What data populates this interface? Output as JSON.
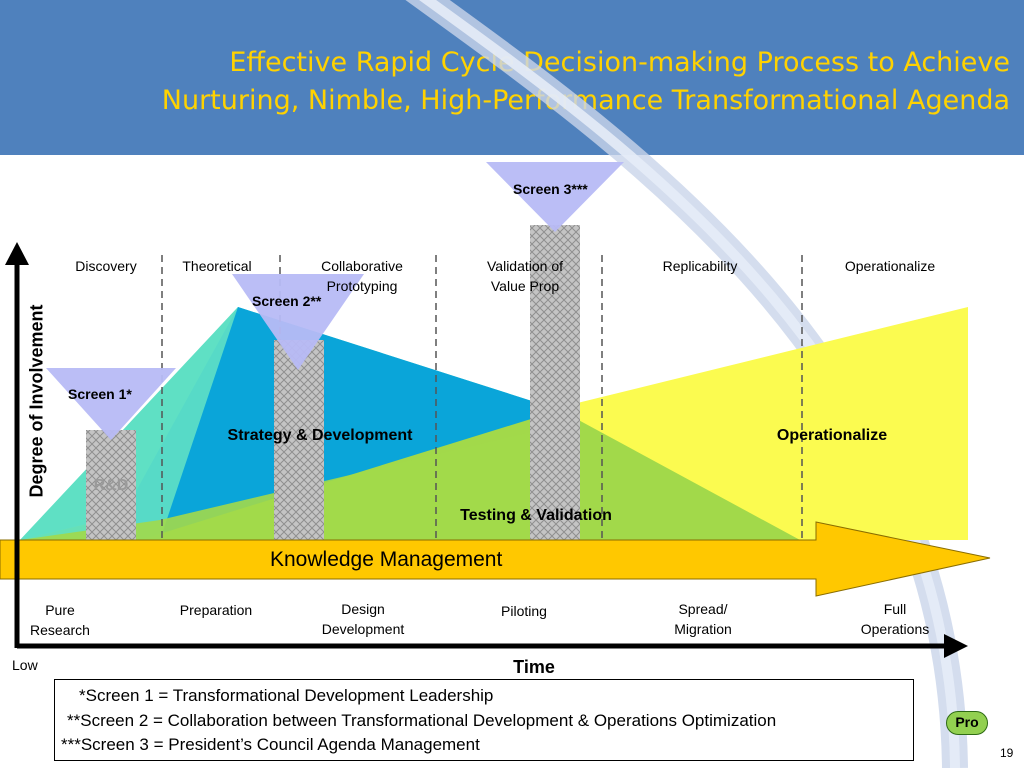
{
  "title": {
    "line1": "Effective Rapid Cycle Decision-making Process to Achieve",
    "line2": "Nurturing, Nimble, High-Performance Transformational Agenda"
  },
  "phases_top": {
    "discovery": "Discovery",
    "theoretical": "Theoretical",
    "collaborative_1": "Collaborative",
    "collaborative_2": "Prototyping",
    "validation_1": "Validation of",
    "validation_2": "Value Prop",
    "replicability": "Replicability",
    "operationalize": "Operationalize"
  },
  "screens": {
    "s1": "Screen 1*",
    "s2": "Screen 2**",
    "s3": "Screen 3***"
  },
  "regions": {
    "rd": "R&D",
    "strategy": "Strategy & Development",
    "operationalize": "Operationalize",
    "testing": "Testing & Validation"
  },
  "knowledge_management": "Knowledge Management",
  "stages_bottom": {
    "pure_1": "Pure",
    "pure_2": "Research",
    "preparation": "Preparation",
    "design_1": "Design",
    "design_2": "Development",
    "piloting": "Piloting",
    "spread_1": "Spread/",
    "spread_2": "Migration",
    "full_1": "Full",
    "full_2": "Operations"
  },
  "axes": {
    "y": "Degree of Involvement",
    "x": "Time",
    "low": "Low"
  },
  "legend": {
    "line1": "*Screen 1 = Transformational Development Leadership",
    "line2": "**Screen 2  = Collaboration between Transformational Development & Operations Optimization",
    "line3": "***Screen 3 = President’s Council Agenda Management"
  },
  "badge": "Pro",
  "page_number": "19",
  "colors": {
    "header": "#4f81bd",
    "title": "#ffd200",
    "strategy_blue": "#0aa5d9",
    "rd_teal": "#5fe0c4",
    "testing_green": "#a2d94a",
    "operationalize_yellow": "#fbfb50",
    "km_arrow": "#ffc800",
    "screen_funnel": "#b7bbf5",
    "pro_badge": "#92d050"
  }
}
